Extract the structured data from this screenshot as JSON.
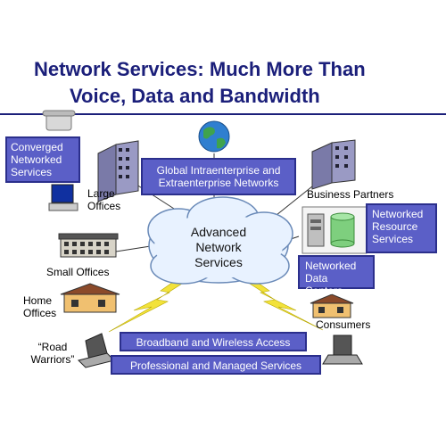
{
  "title": {
    "line1": "Network Services: Much More Than",
    "line2": "Voice, Data and Bandwidth"
  },
  "boxes": {
    "converged": "Converged Networked Services",
    "global": "Global Intraenterprise and Extraenterprise Networks",
    "resource": "Networked Resource Services",
    "datacenters": "Networked Data Centers",
    "broadband": "Broadband and Wireless Access",
    "professional": "Professional and Managed Services"
  },
  "labels": {
    "large_offices": "Large Offices",
    "business_partners": "Business Partners",
    "small_offices": "Small Offices",
    "home_offices": "Home Offices",
    "consumers": "Consumers",
    "road_warriors": "“Road Warriors”"
  },
  "cloud": {
    "text": "Advanced Network Services"
  },
  "colors": {
    "title": "#1b1f7a",
    "box_fill": "#5b5fc7",
    "box_border": "#2b2f8c",
    "cloud": "#e8f2ff",
    "lightning": "#f2e23a"
  }
}
